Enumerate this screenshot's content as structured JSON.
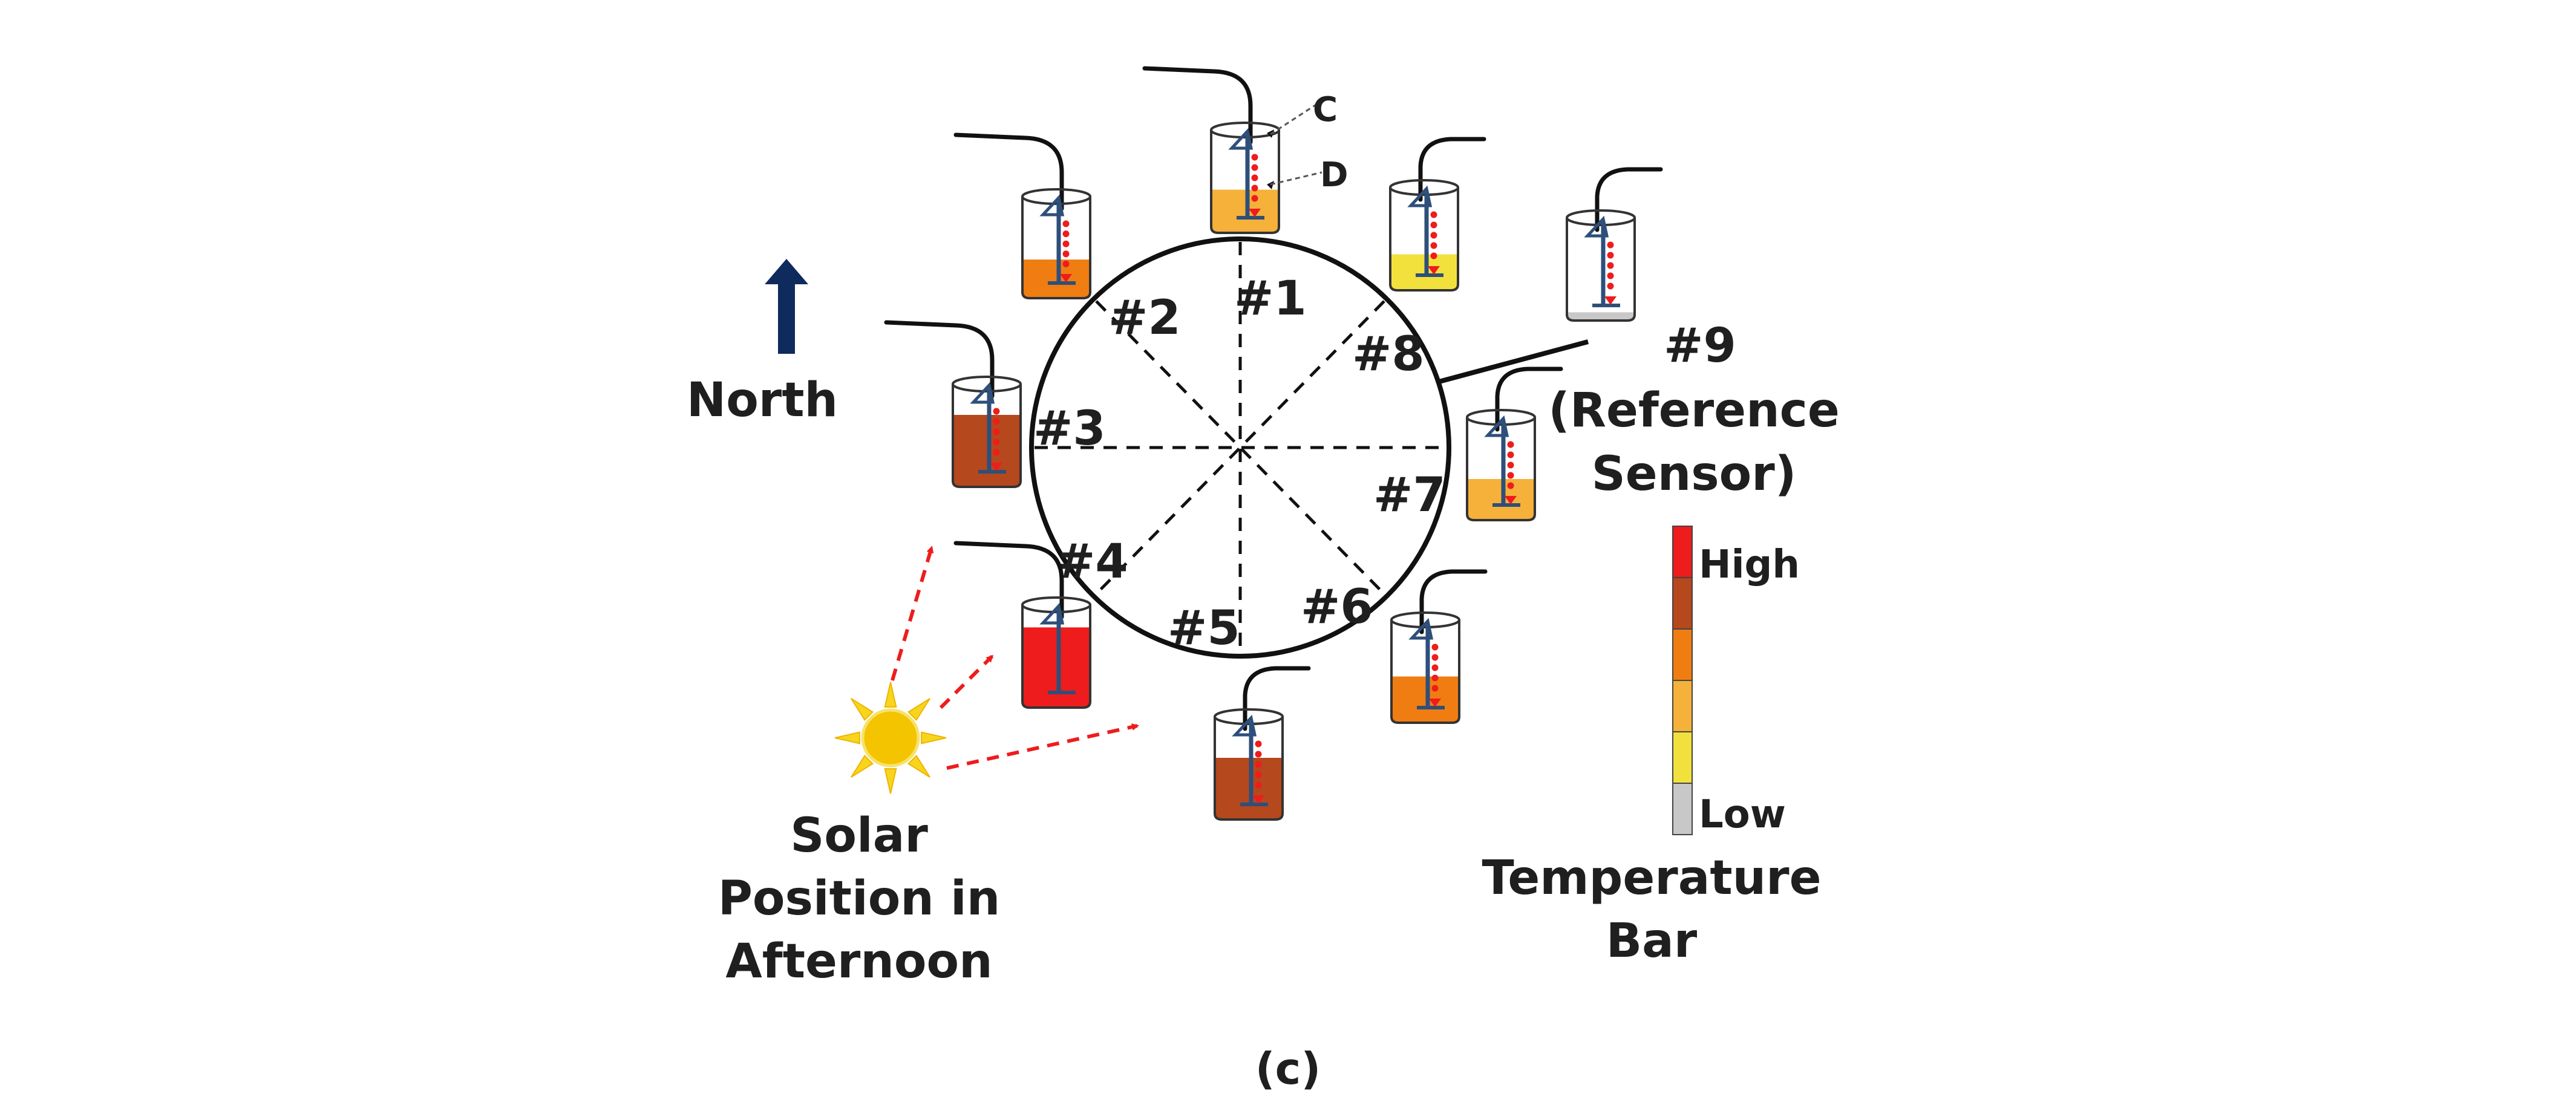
{
  "diagram": {
    "north_label": "North",
    "solar_label_lines": [
      "Solar",
      "Position in",
      "Afternoon"
    ],
    "caption": "(c)",
    "callout_c": "C",
    "callout_d": "D",
    "reference_label_lines": [
      "#9",
      "(Reference",
      "Sensor)"
    ],
    "legend": {
      "high_label": "High",
      "low_label": "Low",
      "title_lines": [
        "Temperature",
        "Bar"
      ],
      "scale": [
        {
          "level": "High",
          "color": "#ee1c1c"
        },
        {
          "level": "",
          "color": "#b5481c"
        },
        {
          "level": "",
          "color": "#f07d12"
        },
        {
          "level": "",
          "color": "#f5b13a"
        },
        {
          "level": "",
          "color": "#f2e13c"
        },
        {
          "level": "Low",
          "color": "#c8c8c8"
        }
      ]
    },
    "sensors": [
      {
        "id": "#1",
        "color": "#f5b13a"
      },
      {
        "id": "#2",
        "color": "#f07d12"
      },
      {
        "id": "#3",
        "color": "#b5481c"
      },
      {
        "id": "#4",
        "color": "#ee1c1c"
      },
      {
        "id": "#5",
        "color": "#b5481c"
      },
      {
        "id": "#6",
        "color": "#f07d12"
      },
      {
        "id": "#7",
        "color": "#f5b13a"
      },
      {
        "id": "#8",
        "color": "#f2e13c"
      },
      {
        "id": "#9",
        "color": "#c8c8c8"
      }
    ]
  }
}
